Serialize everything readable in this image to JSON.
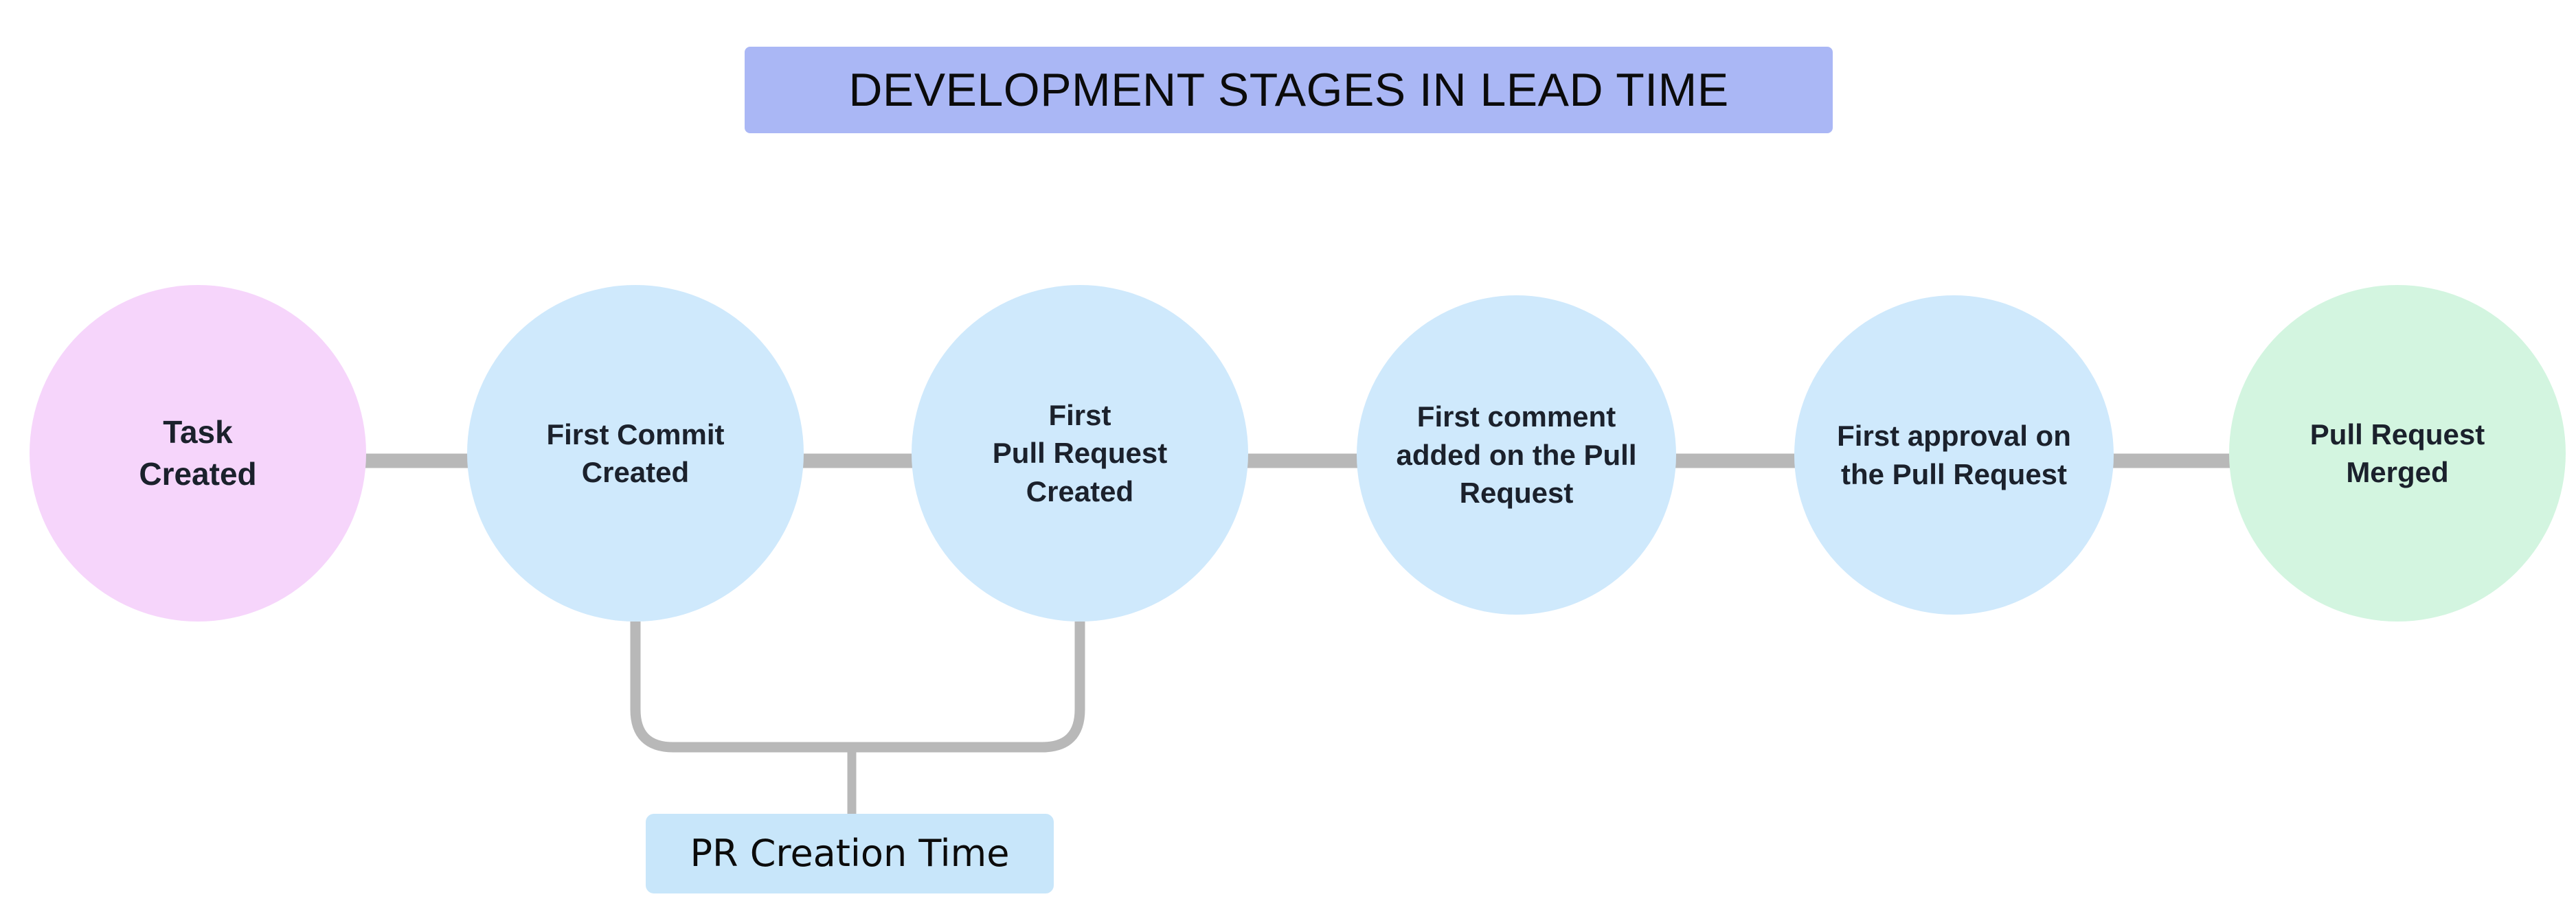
{
  "title": {
    "text": "DEVELOPMENT STAGES IN LEAD TIME",
    "background_color": "#aab7f5",
    "text_color": "#0b0b0b"
  },
  "colors": {
    "start_node": "#f6d5fb",
    "process_node": "#cfe9fc",
    "end_node": "#d3f5e0",
    "edge_line": "#b8b8b8",
    "edge_label_background": "#c8e6fa",
    "node_text": "#1b212c",
    "page_background": "#ffffff"
  },
  "diagram": {
    "type": "flowchart",
    "orientation": "left-to-right",
    "nodes": [
      {
        "id": "task-created",
        "label": "Task\nCreated",
        "shape": "circle",
        "fill": "#f6d5fb"
      },
      {
        "id": "first-commit",
        "label": "First Commit\nCreated",
        "shape": "circle",
        "fill": "#cfe9fc"
      },
      {
        "id": "first-pr",
        "label": "First\nPull Request\nCreated",
        "shape": "circle",
        "fill": "#cfe9fc"
      },
      {
        "id": "first-comment",
        "label": "First comment\nadded on the Pull\nRequest",
        "shape": "circle",
        "fill": "#cfe9fc"
      },
      {
        "id": "first-approval",
        "label": "First approval on\nthe Pull Request",
        "shape": "circle",
        "fill": "#cfe9fc"
      },
      {
        "id": "pr-merged",
        "label": "Pull Request\nMerged",
        "shape": "circle",
        "fill": "#d3f5e0"
      }
    ],
    "edges": [
      {
        "from": "task-created",
        "to": "first-commit",
        "label": ""
      },
      {
        "from": "first-commit",
        "to": "first-pr",
        "label": ""
      },
      {
        "from": "first-pr",
        "to": "first-comment",
        "label": ""
      },
      {
        "from": "first-comment",
        "to": "first-approval",
        "label": ""
      },
      {
        "from": "first-approval",
        "to": "pr-merged",
        "label": ""
      }
    ],
    "annotations": [
      {
        "id": "pr-creation-time",
        "label": "PR Creation Time",
        "spans_from": "first-commit",
        "spans_to": "first-pr",
        "background": "#c8e6fa"
      }
    ]
  }
}
